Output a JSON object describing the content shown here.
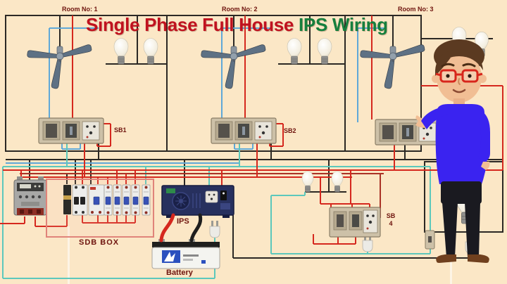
{
  "title": {
    "part1": "Single Phase Full House ",
    "part2": "IPS Wiring"
  },
  "rooms": [
    {
      "label": "Room No: 1"
    },
    {
      "label": "Room No: 2"
    },
    {
      "label": "Room No: 3"
    }
  ],
  "labels": {
    "sb1": "SB1",
    "sb2": "SB2",
    "sb4_line1": "SB",
    "sb4_line2": "4",
    "sdb": "SDB BOX",
    "ips": "IPS",
    "battery": "Battery"
  },
  "components": [
    "ceiling-fan",
    "led-bulb",
    "switchboard",
    "socket-outlet",
    "switch",
    "energy-meter",
    "fuse-cutout",
    "dp-mcb",
    "rccb",
    "sp-mcb",
    "ips-inverter",
    "battery",
    "power-plug",
    "wall-switch",
    "electrician-man"
  ],
  "colors": {
    "bg": "#FBE7C6",
    "title_red": "#C0121F",
    "title_green": "#157F3D",
    "label_maroon": "#6E130D",
    "wire_red": "#D5281E",
    "wire_dark_red": "#A93226",
    "wire_blue": "#5FA8D8",
    "wire_teal": "#5CC8BC",
    "wire_black": "#2B2824",
    "board_tan": "#CDC1A8",
    "pink_box": "#E0837A",
    "mcb_blue": "#3852B6",
    "ips_navy": "#27305E",
    "shirt_blue": "#3A23F0",
    "skin": "#F1BE94",
    "hair_brown": "#5B3A21",
    "battery_white": "#F4F4F0"
  }
}
